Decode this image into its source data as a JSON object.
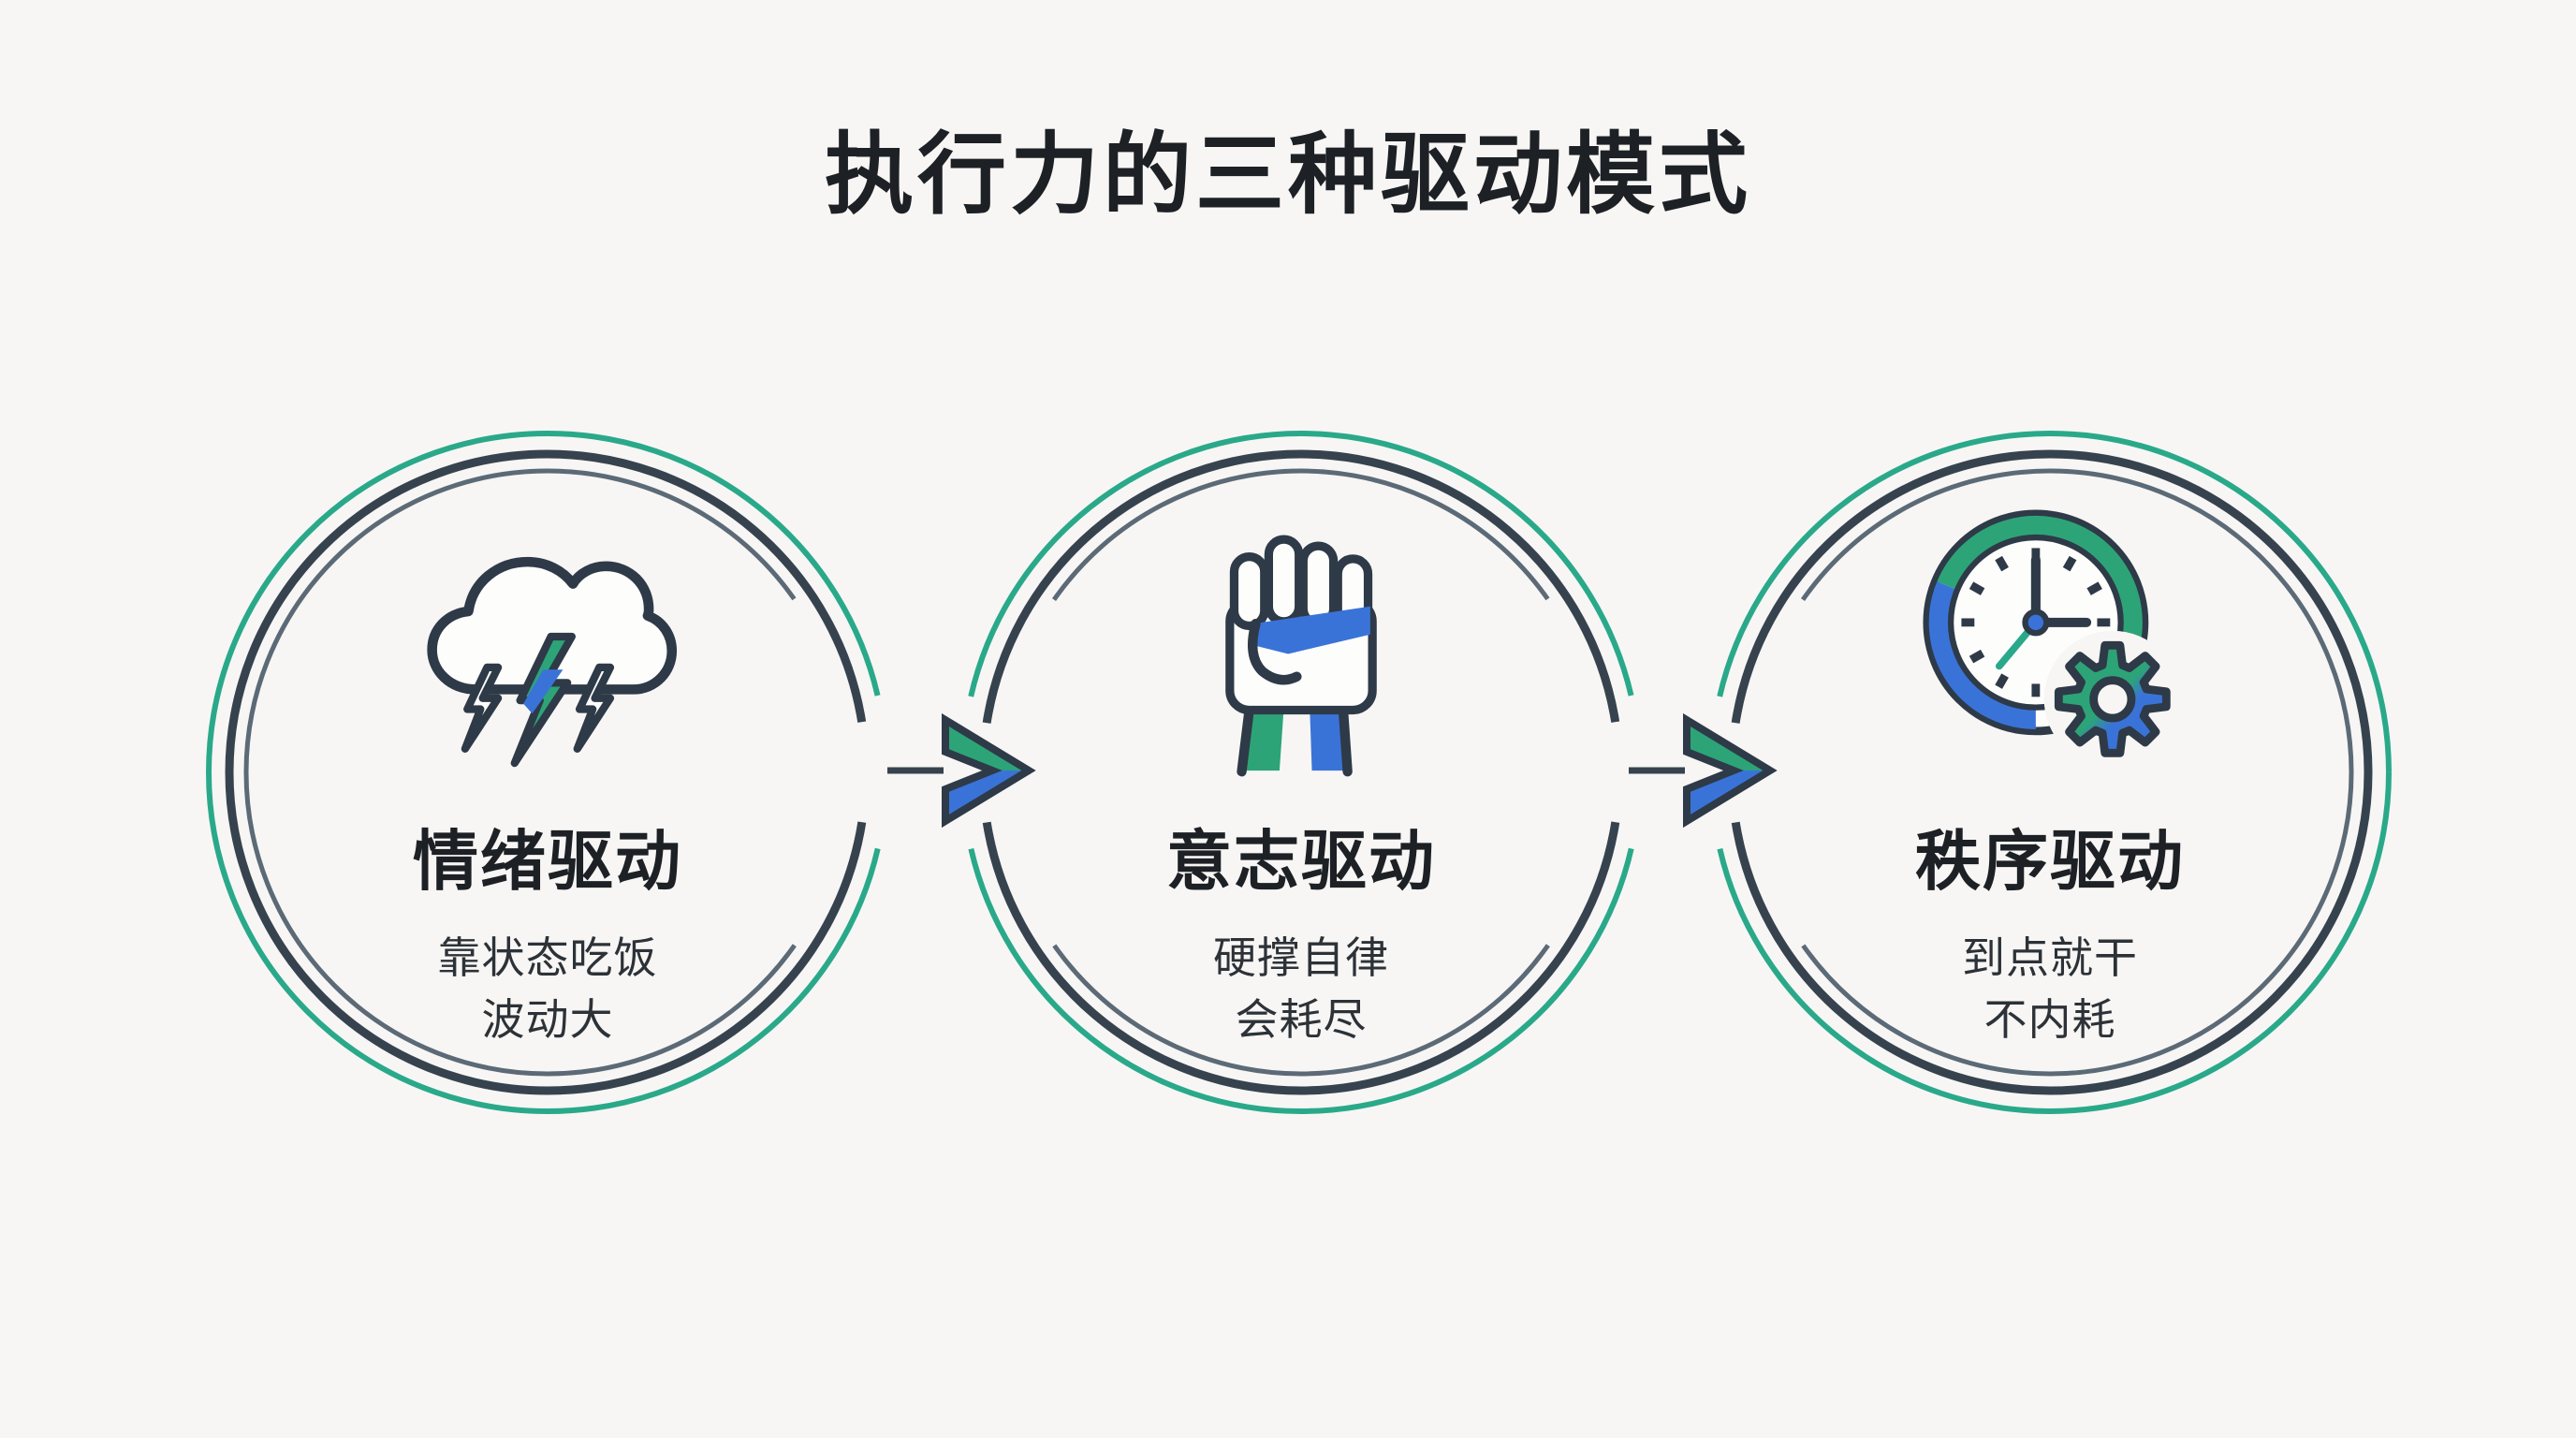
{
  "title": "执行力的三种驱动模式",
  "colors": {
    "background": "#f7f6f4",
    "teal_ring": "#2aa98a",
    "accent_green": "#2da477",
    "accent_blue": "#3a73d8",
    "dark_slate": "#36434f",
    "text_ink": "#1d2125"
  },
  "nodes": [
    {
      "id": "emotion",
      "icon": "storm-cloud-lightning-icon",
      "title": "情绪驱动",
      "desc_line1": "靠状态吃饭",
      "desc_line2": "波动大"
    },
    {
      "id": "will",
      "icon": "raised-fist-icon",
      "title": "意志驱动",
      "desc_line1": "硬撑自律",
      "desc_line2": "会耗尽"
    },
    {
      "id": "order",
      "icon": "clock-gear-icon",
      "title": "秩序驱动",
      "desc_line1": "到点就干",
      "desc_line2": "不内耗"
    }
  ],
  "arrows": [
    {
      "from": "emotion",
      "to": "will"
    },
    {
      "from": "will",
      "to": "order"
    }
  ]
}
